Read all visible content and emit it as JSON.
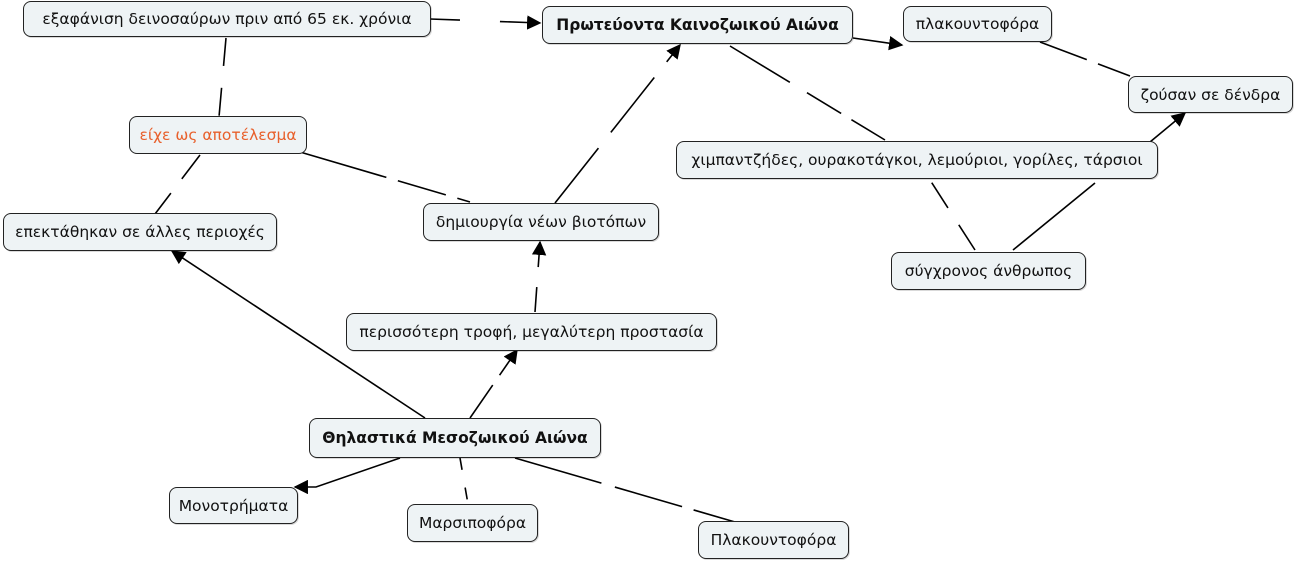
{
  "nodes": {
    "n_dino": "εξαφάνιση δεινοσαύρων πριν από 65 εκ. χρόνια",
    "n_proteuonta": "Πρωτεύοντα Καινοζωικού Αιώνα",
    "n_plakountofora_top": "πλακουντοφόρα",
    "n_dendra": "ζούσαν σε δένδρα",
    "n_result": "είχε ως αποτέλεσμα",
    "n_chimp": "χιμπαντζήδες, ουρακοτάγκοι, λεμούριοι, γορίλες, τάρσιοι",
    "n_expand": "επεκτάθηκαν σε άλλες περιοχές",
    "n_habitats": "δημιουργία νέων βιοτόπων",
    "n_human": "σύγχρονος άνθρωπος",
    "n_food": "περισσότερη τροφή, μεγαλύτερη προστασία",
    "n_mammals": "Θηλαστικά Μεσοζωικού Αιώνα",
    "n_monotrem": "Μονοτρήματα",
    "n_marsup": "Μαρσιποφόρα",
    "n_plakountofora_bottom": "Πλακουντοφόρα"
  },
  "colors": {
    "node_fill": "#eef3f5",
    "border": "#222222",
    "link_label_text": "#e8602c"
  }
}
